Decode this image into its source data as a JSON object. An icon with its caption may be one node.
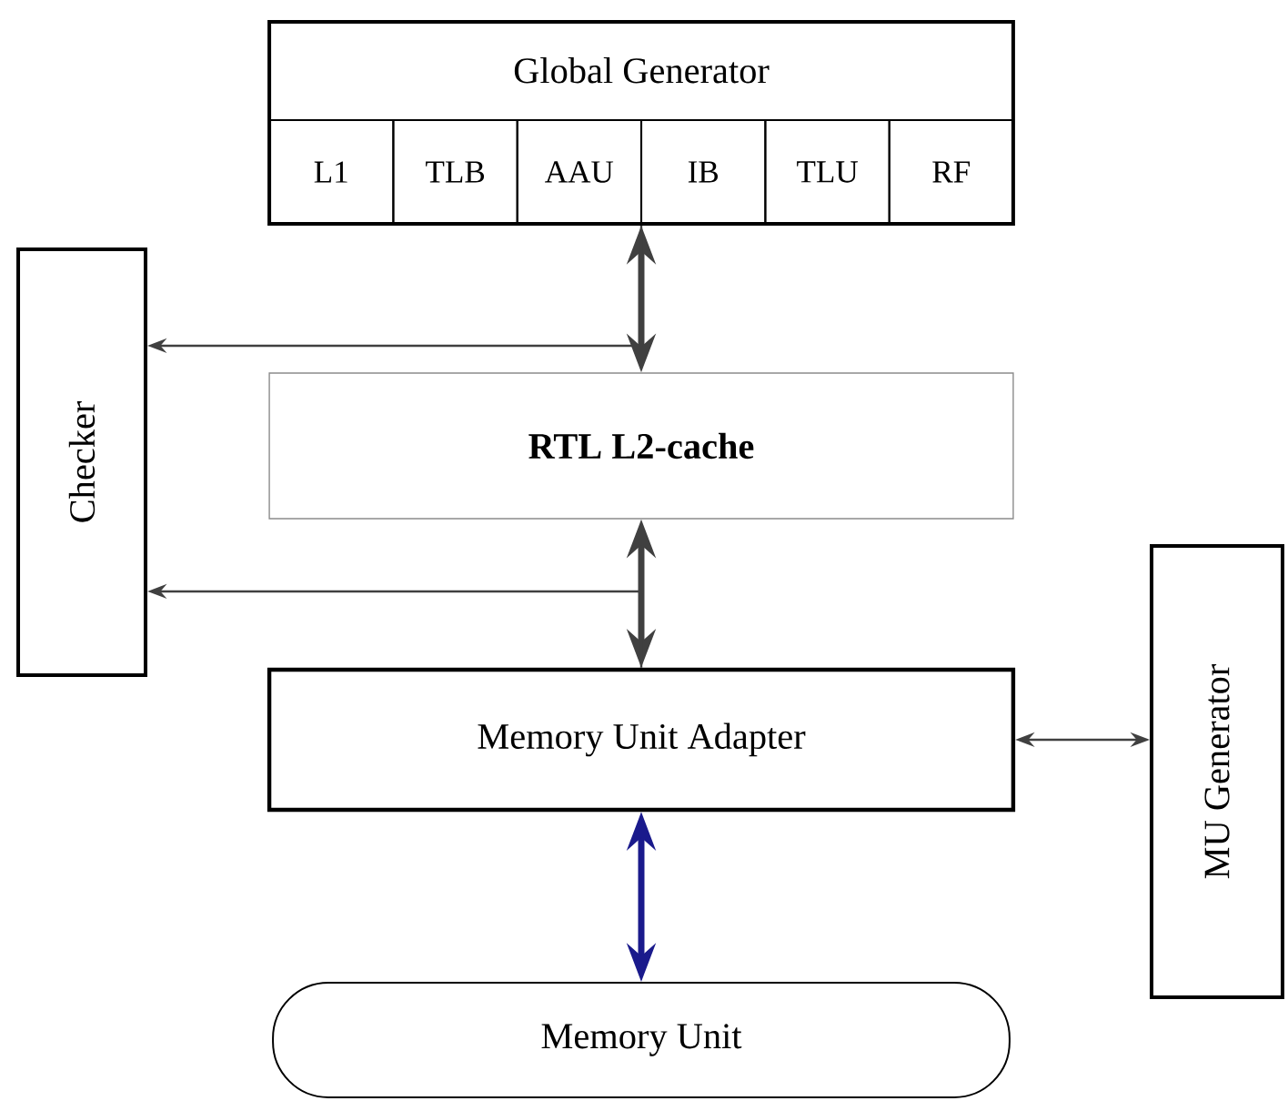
{
  "diagram": {
    "nodes": [
      {
        "text": [
          "Global Generator"
        ]
      },
      {
        "text": [
          "L1"
        ],
        "in": 0
      },
      {
        "text": [
          "TLB"
        ],
        "in": 0
      },
      {
        "text": [
          "AAU"
        ],
        "in": 0
      },
      {
        "text": [
          "IB"
        ],
        "in": 0
      },
      {
        "text": [
          "TLU"
        ],
        "in": 0
      },
      {
        "text": [
          "RF"
        ],
        "in": 0
      },
      {
        "text": [
          "Checker"
        ]
      },
      {
        "text": [
          "RTL L2-cache"
        ]
      },
      {
        "text": [
          "Memory Unit Adapter"
        ]
      },
      {
        "text": [
          "MU Generator"
        ]
      },
      {
        "text": [
          "Memory Unit"
        ]
      }
    ],
    "edges": [
      {
        "from": 0,
        "to": 8,
        "arrow": "both",
        "style": "thick"
      },
      {
        "from": 0,
        "to": 7,
        "arrow": "to"
      },
      {
        "from": 8,
        "to": 9,
        "arrow": "both",
        "style": "thick"
      },
      {
        "from": 9,
        "to": 7,
        "arrow": "to"
      },
      {
        "from": 9,
        "to": 10,
        "arrow": "both"
      },
      {
        "from": 9,
        "to": 11,
        "arrow": "both",
        "style": "thick",
        "color": "#1a1a8c"
      }
    ]
  }
}
